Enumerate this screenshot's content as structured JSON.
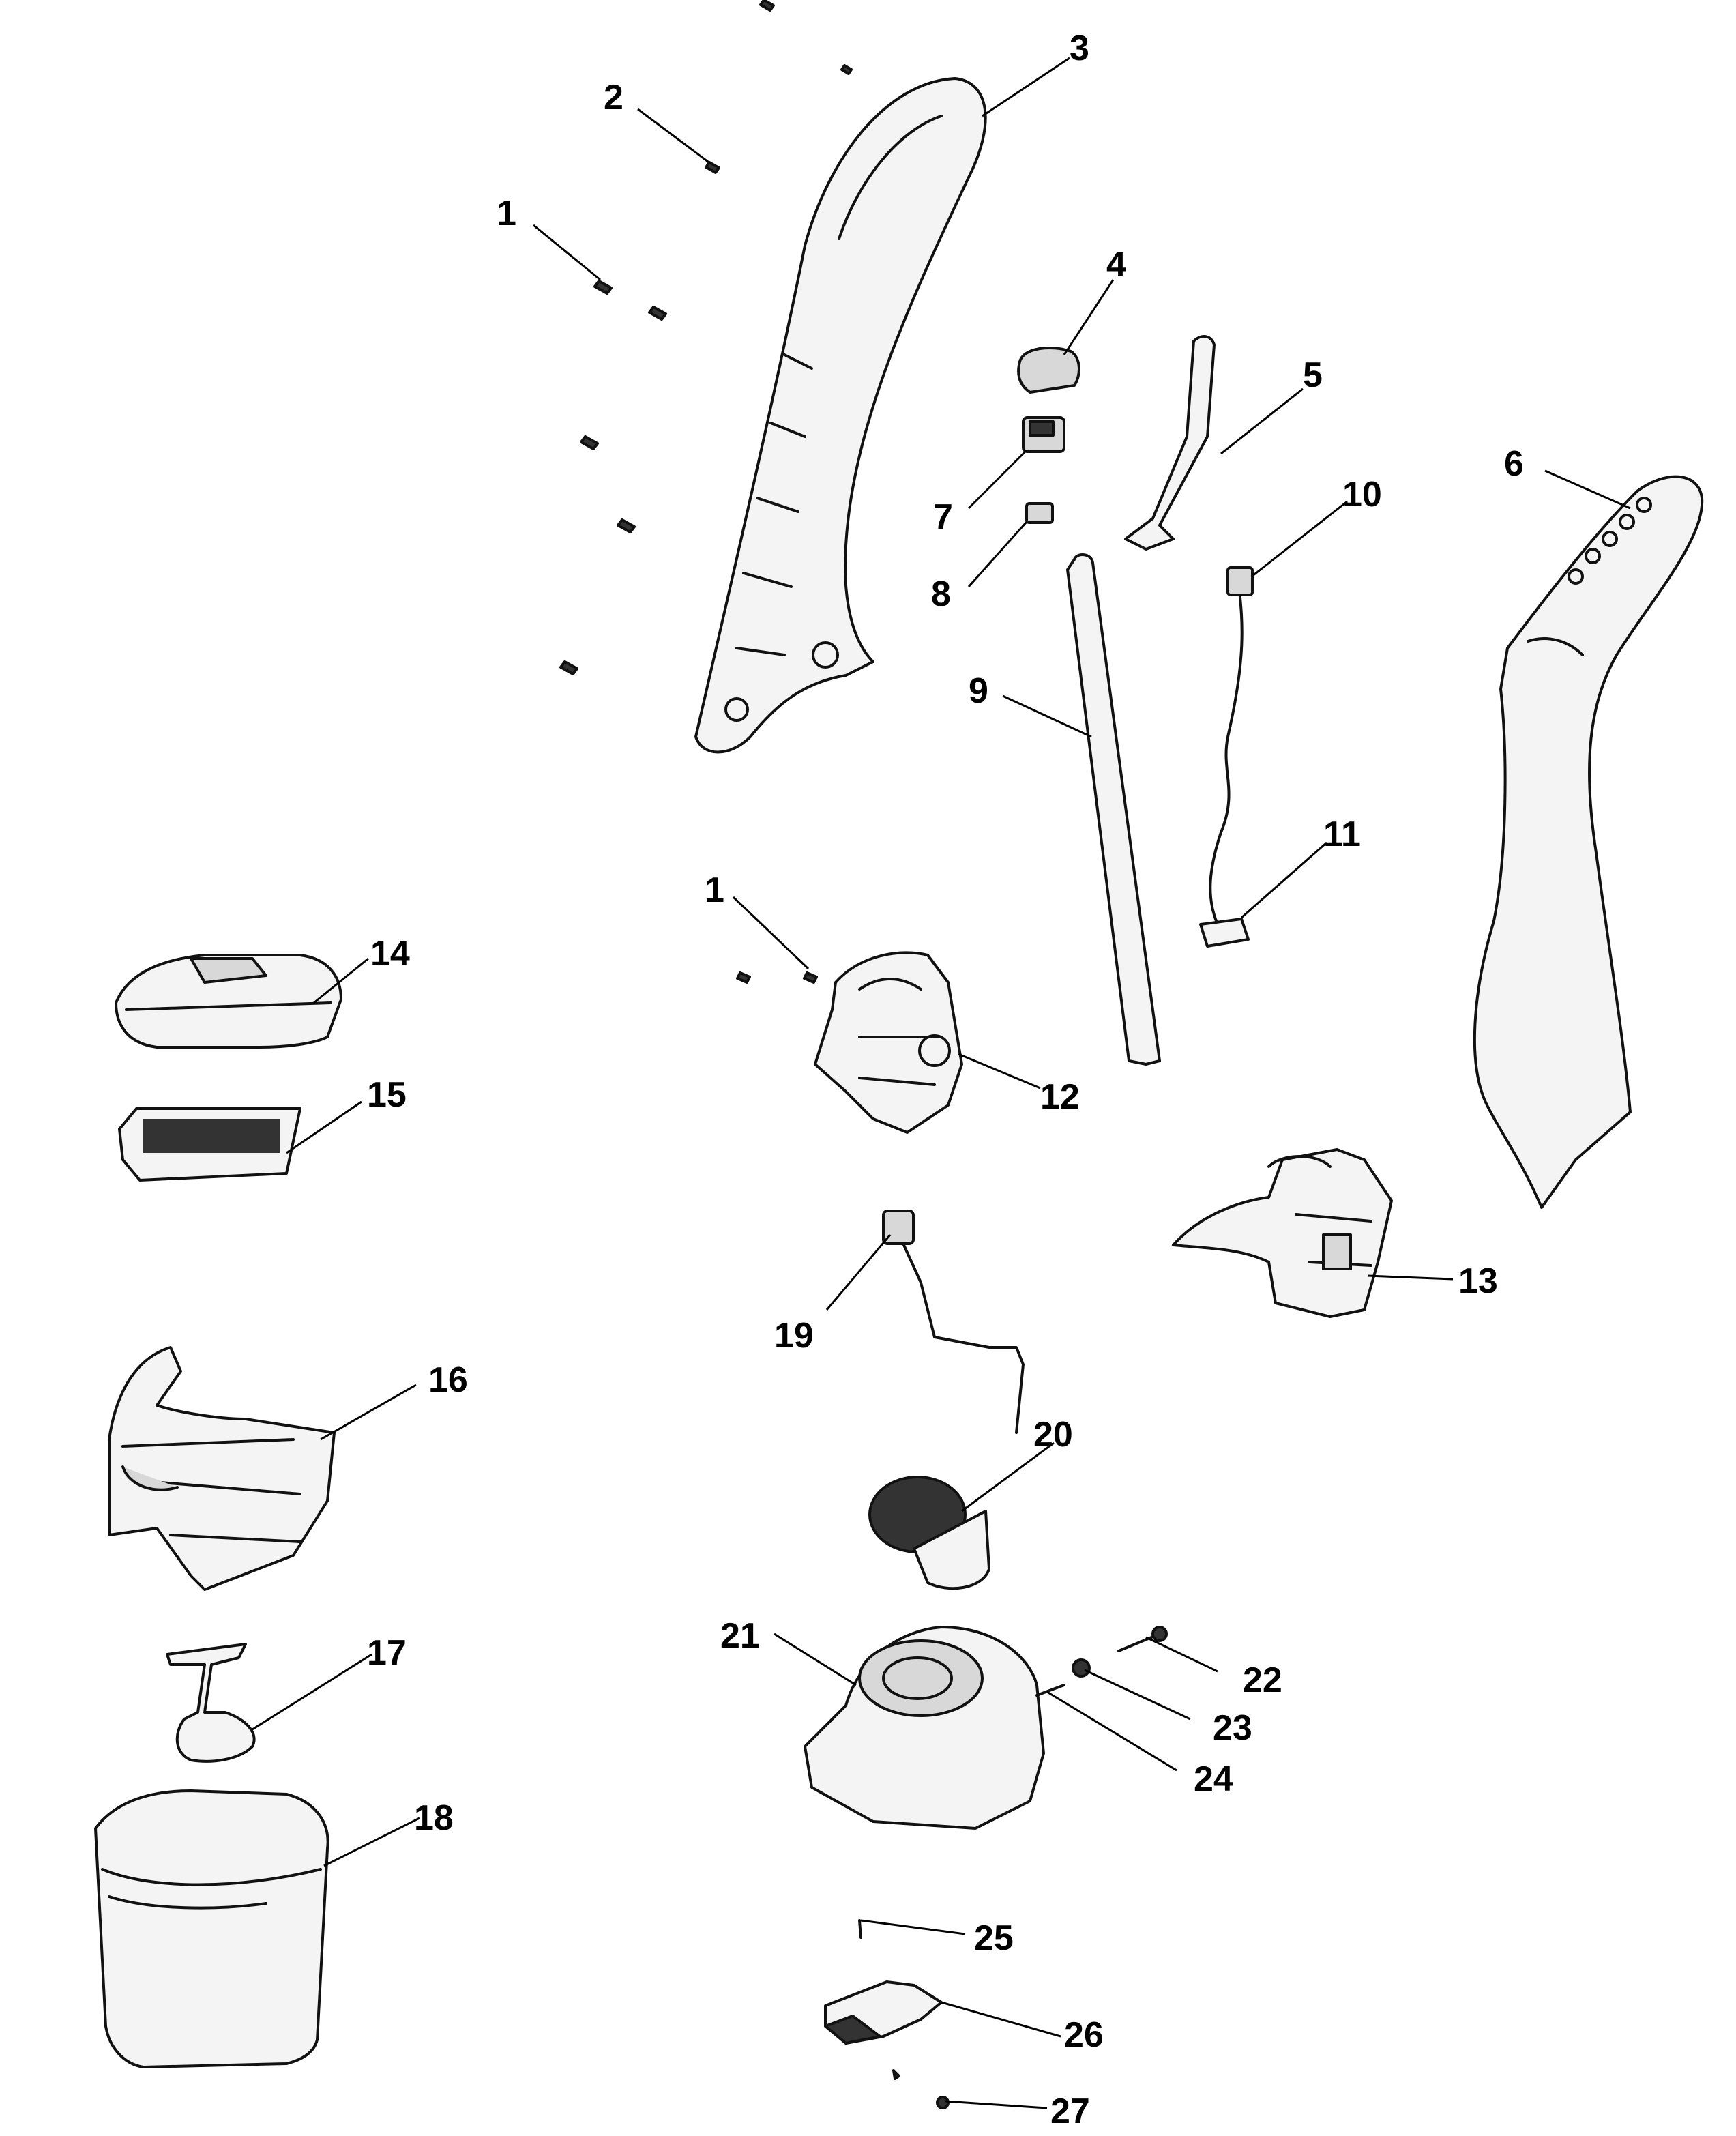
{
  "callouts": [
    "1",
    "2",
    "3",
    "4",
    "5",
    "6",
    "7",
    "8",
    "9",
    "10",
    "11",
    "1",
    "12",
    "13",
    "14",
    "15",
    "16",
    "17",
    "18",
    "19",
    "20",
    "21",
    "22",
    "23",
    "24",
    "25",
    "26",
    "27"
  ]
}
